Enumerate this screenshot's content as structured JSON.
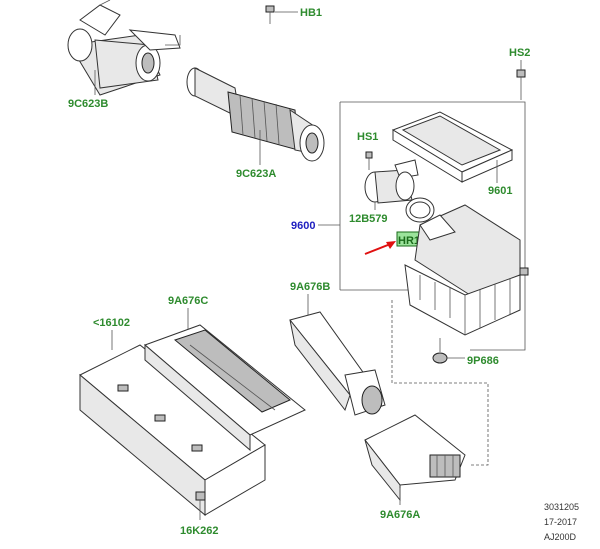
{
  "labels": {
    "hb1": "HB1",
    "c9623b": "9C623B",
    "c9623a": "9C623A",
    "hs2": "HS2",
    "hs1": "HS1",
    "p12b579": "12B579",
    "p9601": "9601",
    "p9600": "9600",
    "hr1": "HR1",
    "a676c": "9A676C",
    "a676b": "9A676B",
    "p16102": "<16102",
    "p9p686": "9P686",
    "a676a": "9A676A",
    "k262": "16K262"
  },
  "reference": {
    "line1": "3031205",
    "line2": "17-2017",
    "line3": "AJ200D"
  },
  "colors": {
    "label_green": "#2e8b2e",
    "label_blue": "#2020c0",
    "highlight_box": "#9be39b",
    "arrow_red": "#e01010"
  }
}
